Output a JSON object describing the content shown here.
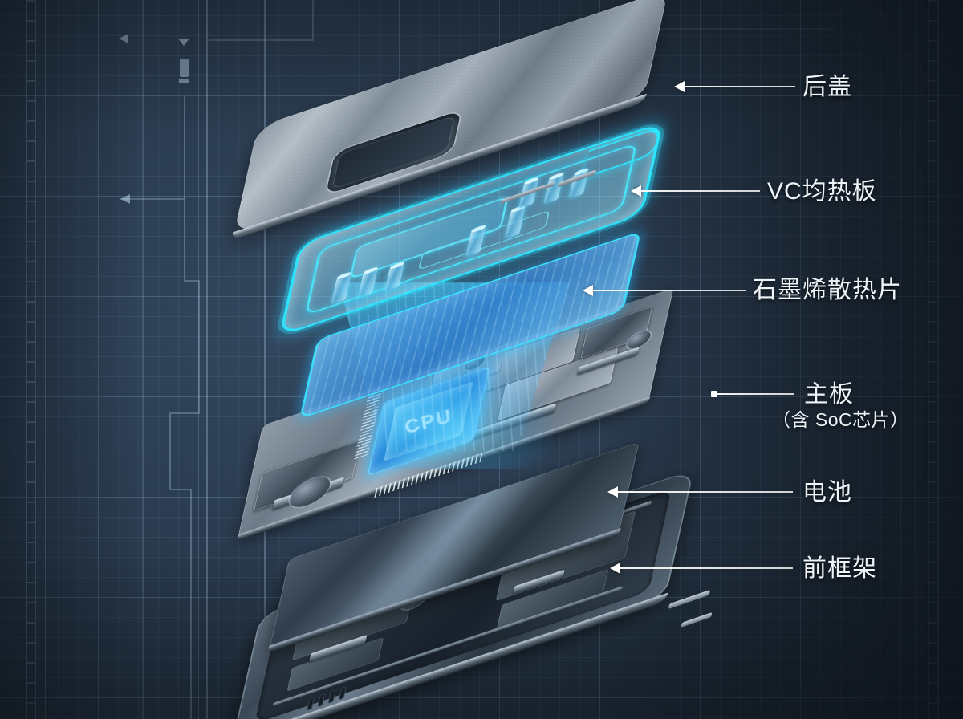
{
  "scene": {
    "title": "smartphone-exploded-view-thermal-diagram",
    "background_style": "blueprint-grid",
    "colors": {
      "background_dark": "#16202b",
      "background_mid": "#2b3c50",
      "grid_line": "#96b9d7",
      "accent_cyan": "#2ee6ff",
      "accent_blue": "#2e7ed0",
      "label_text": "#eef4f9",
      "metal_silver": "#a8b4c0"
    }
  },
  "callouts": [
    {
      "id": "back-cover",
      "label": "后盖",
      "sub": ""
    },
    {
      "id": "vc-plate",
      "label": "VC均热板",
      "sub": ""
    },
    {
      "id": "graphene",
      "label": "石墨烯散热片",
      "sub": ""
    },
    {
      "id": "mainboard",
      "label": "主板",
      "sub": "（含 SoC芯片）"
    },
    {
      "id": "battery",
      "label": "电池",
      "sub": ""
    },
    {
      "id": "front-frame",
      "label": "前框架",
      "sub": ""
    }
  ],
  "chip": {
    "label": "CPU"
  }
}
